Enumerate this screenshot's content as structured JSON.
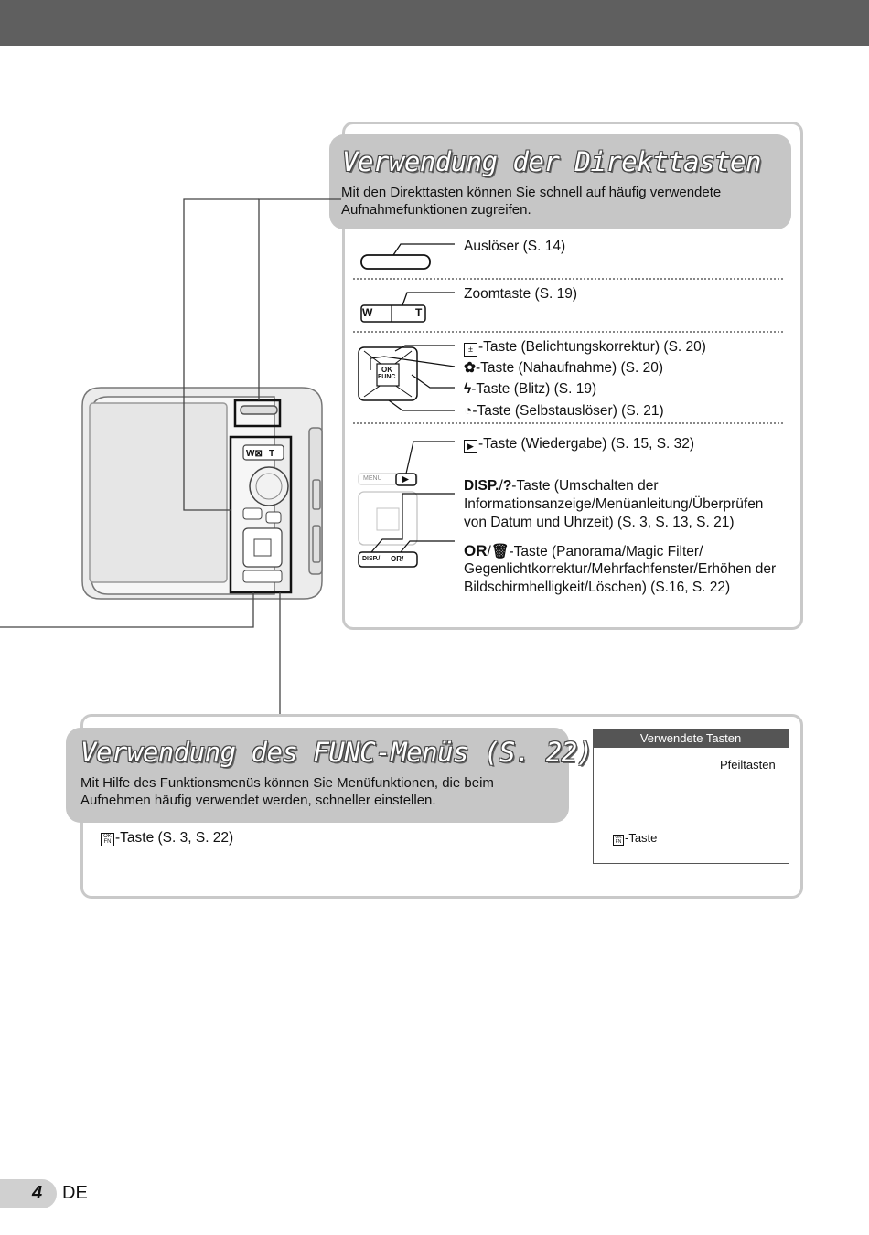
{
  "section1": {
    "title": "Verwendung der Direkttasten",
    "intro": "Mit den Direkttasten können Sie schnell auf häufig verwendete Aufnahmefunktionen zugreifen.",
    "items": [
      "Auslöser (S. 14)",
      "Zoomtaste (S. 19)",
      "-Taste (Belichtungskorrektur) (S. 20)",
      "-Taste (Nahaufnahme) (S. 20)",
      "-Taste (Blitz) (S. 19)",
      "-Taste (Selbstauslöser) (S. 21)",
      "-Taste (Wiedergabe) (S. 15, S. 32)"
    ],
    "disp_prefix": "DISP.",
    "disp_text": "-Taste (Umschalten der",
    "disp_line2": "Informationsanzeige/Menüanleitung/Überprüfen",
    "disp_line3": "von Datum und Uhrzeit) (S. 3, S. 13, S. 21)",
    "or_prefix": "OR",
    "or_text": "-Taste (Panorama/Magic Filter/",
    "or_line2": "Gegenlichtkorrektur/Mehrfachfenster/Erhöhen der",
    "or_line3": "Bildschirmhelligkeit/Löschen) (S.16, S. 22)"
  },
  "section2": {
    "title": "Verwendung des FUNC-Menüs (S. 22)",
    "intro": "Mit Hilfe des Funktionsmenüs können Sie Menüfunktionen, die beim Aufnehmen häufig verwendet werden, schneller einstellen.",
    "func_key": "-Taste (S. 3, S. 22)"
  },
  "sidebar": {
    "heading": "Verwendete Tasten",
    "arrow_label": "Pfeiltasten",
    "func_label": "-Taste"
  },
  "labels": {
    "zoom_w": "W",
    "zoom_t": "T",
    "ok": "OK",
    "func": "FUNC",
    "menu": "MENU",
    "disp_small": "DISP./",
    "or_small": "OR/"
  },
  "footer": {
    "page": "4",
    "lang": "DE"
  }
}
